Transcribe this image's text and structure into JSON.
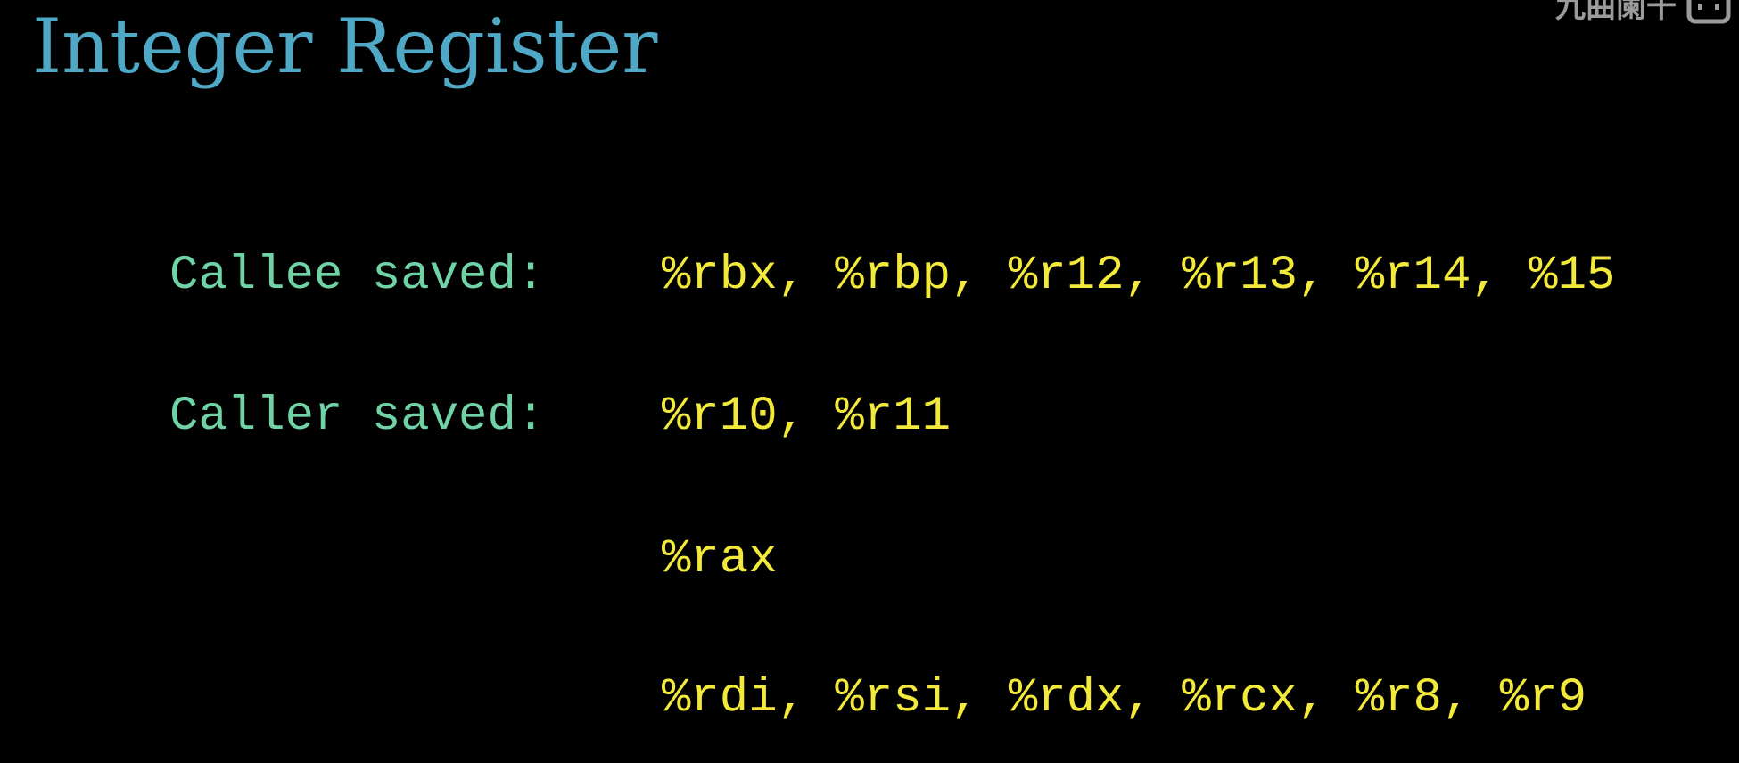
{
  "title": "Integer Register",
  "watermark": {
    "text": "九曲阑干",
    "logo_icon": "bilibili-logo-icon"
  },
  "rows": [
    {
      "label": "Callee saved:",
      "registers": "%rbx, %rbp, %r12, %r13, %r14, %15"
    },
    {
      "label": "Caller saved:",
      "registers": "%r10, %r11"
    },
    {
      "label": "",
      "registers": "%rax"
    },
    {
      "label": "",
      "registers": "%rdi, %rsi, %rdx, %rcx, %r8, %r9"
    }
  ],
  "colors": {
    "background": "#000000",
    "title": "#4fa8c6",
    "label": "#6fd3a6",
    "register": "#f2e93b"
  }
}
